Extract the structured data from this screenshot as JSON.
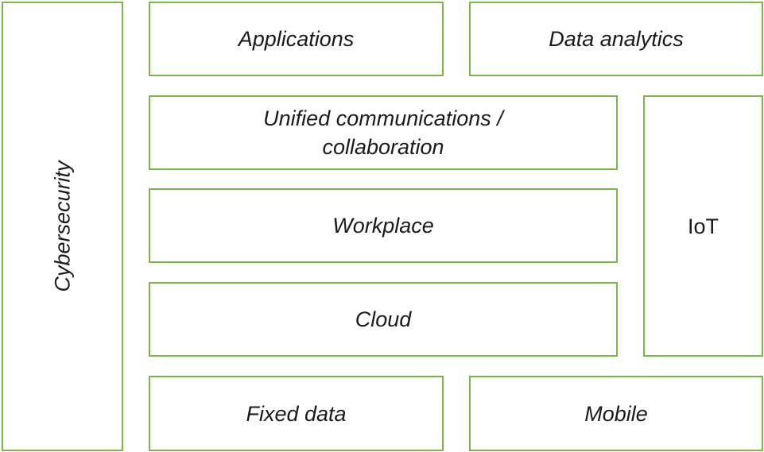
{
  "diagram": {
    "accent_color": "#7ab648",
    "blocks": {
      "cybersecurity": "Cybersecurity",
      "applications": "Applications",
      "data_analytics": "Data analytics",
      "unified_communications_line1": "Unified communications /",
      "unified_communications_line2": "collaboration",
      "workplace": "Workplace",
      "cloud": "Cloud",
      "iot": "IoT",
      "fixed_data": "Fixed data",
      "mobile": "Mobile"
    }
  }
}
